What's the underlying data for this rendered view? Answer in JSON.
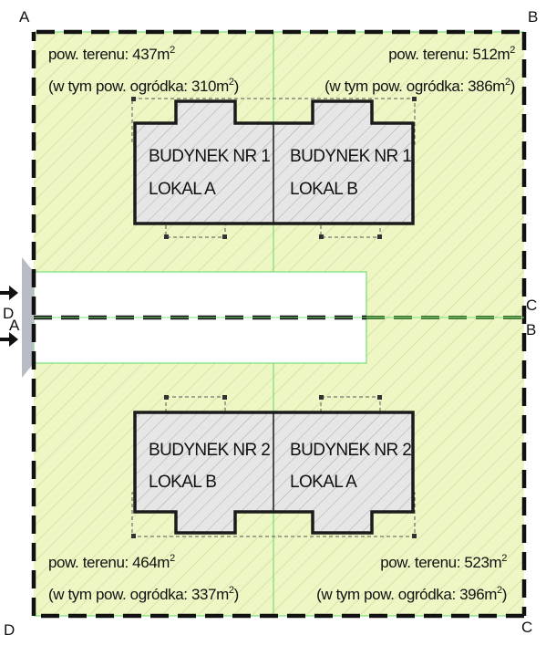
{
  "corners": {
    "a": "A",
    "b": "B",
    "c": "C",
    "d": "D"
  },
  "entry": {
    "d": "D",
    "a": "A"
  },
  "plots": {
    "top_left": {
      "area": "pow. terenu: 437m",
      "garden": "(w tym pow. ogródka: 310m",
      "sup": "2",
      "close": ")"
    },
    "top_right": {
      "area": "pow. terenu: 512m",
      "garden": "(w tym pow. ogródka: 386m",
      "sup": "2",
      "close": ")"
    },
    "bottom_left": {
      "area": "pow. terenu: 464m",
      "garden": "(w tym pow. ogródka: 337m",
      "sup": "2",
      "close": ")"
    },
    "bottom_right": {
      "area": "pow. terenu: 523m",
      "garden": "(w tym pow. ogródka: 396m",
      "sup": "2",
      "close": ")"
    }
  },
  "buildings": {
    "b1a": {
      "name": "BUDYNEK NR 1",
      "unit": "LOKAL A"
    },
    "b1b": {
      "name": "BUDYNEK NR 1",
      "unit": "LOKAL B"
    },
    "b2b": {
      "name": "BUDYNEK NR 2",
      "unit": "LOKAL B"
    },
    "b2a": {
      "name": "BUDYNEK NR 2",
      "unit": "LOKAL A"
    }
  },
  "colors": {
    "plot_fill": "#eef7c4",
    "hatch": "#c9d49a",
    "plot_line": "#7ee07e",
    "boundary": "#111111",
    "building_fill": "#e6e6e6",
    "building_hatch": "#aaaaaa",
    "road": "#ffffff",
    "entry_wedge": "#b9bcc4"
  }
}
